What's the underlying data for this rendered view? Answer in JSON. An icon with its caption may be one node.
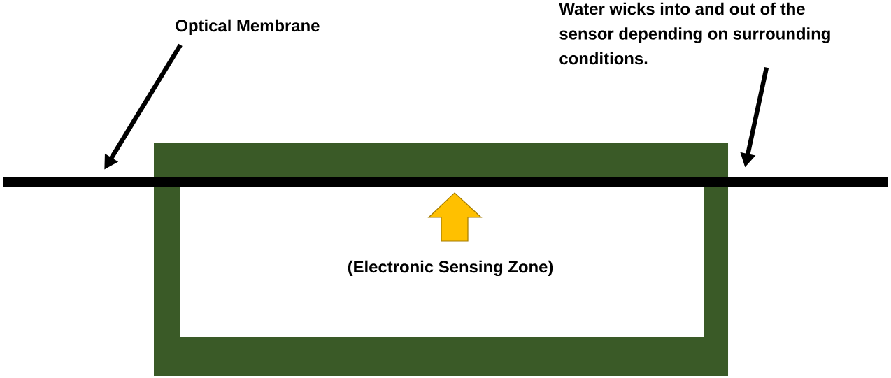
{
  "diagram": {
    "nodes": [
      {
        "text": [
          "Optical Membrane"
        ]
      },
      {
        "text": [
          "Water wicks into and out of the sensor depending on surrounding conditions."
        ]
      },
      {
        "text": [],
        "shape": "bar"
      },
      {
        "text": [
          "(Electronic Sensing Zone)"
        ]
      }
    ],
    "edges": [
      {
        "from": 0,
        "to": 2,
        "arrow": "to"
      },
      {
        "from": 1,
        "to": 2,
        "arrow": "to"
      }
    ]
  }
}
